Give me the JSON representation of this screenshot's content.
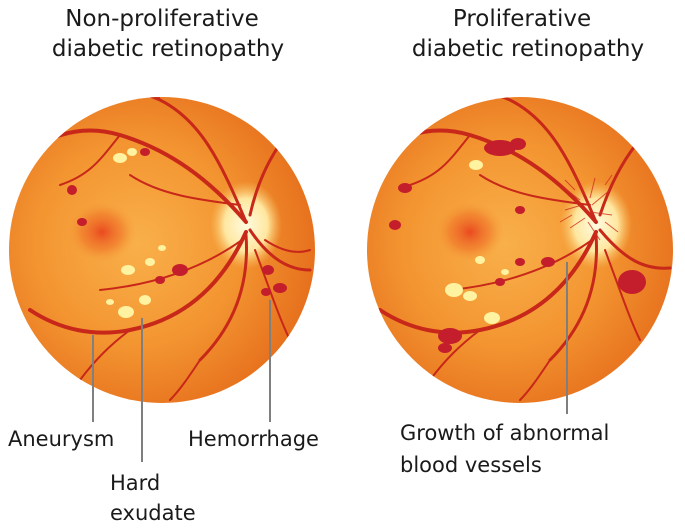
{
  "panels": [
    {
      "title_line1": "Non-proliferative",
      "title_line2": "diabetic retinopathy"
    },
    {
      "title_line1": "Proliferative",
      "title_line2": "diabetic retinopathy"
    }
  ],
  "labels": {
    "aneurysm": "Aneurysm",
    "hard_exudate_line1": "Hard",
    "hard_exudate_line2": "exudate",
    "hemorrhage": "Hemorrhage",
    "growth_line1": "Growth of abnormal",
    "growth_line2": "blood vessels"
  },
  "colors": {
    "retina_outer": "#e8731f",
    "retina_inner": "#f7a23a",
    "vessel": "#c8281a",
    "hemorrhage": "#c41d2c",
    "exudate": "#fff2a0",
    "optic_disc": "#fff3b0",
    "leader_line": "#ffffff"
  }
}
